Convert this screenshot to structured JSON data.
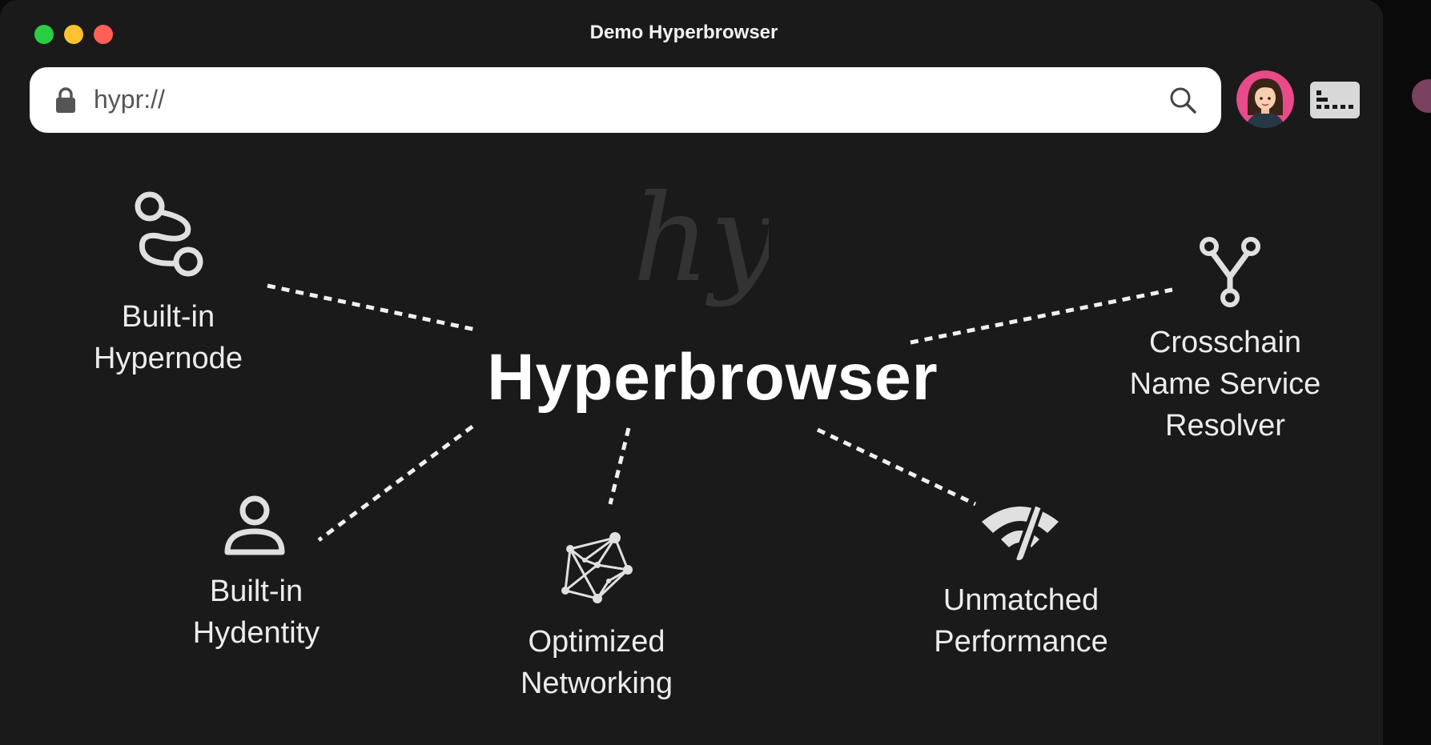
{
  "window": {
    "title": "Demo Hyperbrowser"
  },
  "address_bar": {
    "value": "hypr://"
  },
  "center": {
    "title": "Hyperbrowser",
    "watermark": "hy"
  },
  "features": [
    {
      "line1": "Built-in",
      "line2": "Hypernode",
      "icon": "route-icon"
    },
    {
      "line1": "Crosschain",
      "line2": "Name Service",
      "line3": "Resolver",
      "icon": "fork-icon"
    },
    {
      "line1": "Built-in",
      "line2": "Hydentity",
      "icon": "user-icon"
    },
    {
      "line1": "Optimized",
      "line2": "Networking",
      "icon": "network-icon"
    },
    {
      "line1": "Unmatched",
      "line2": "Performance",
      "icon": "wifi-speed-icon"
    }
  ],
  "colors": {
    "window_bg": "#1a1a1a",
    "traffic_green": "#28cd41",
    "traffic_yellow": "#ffc12f",
    "traffic_red": "#fe5f57",
    "avatar_bg": "#e94a8a"
  }
}
